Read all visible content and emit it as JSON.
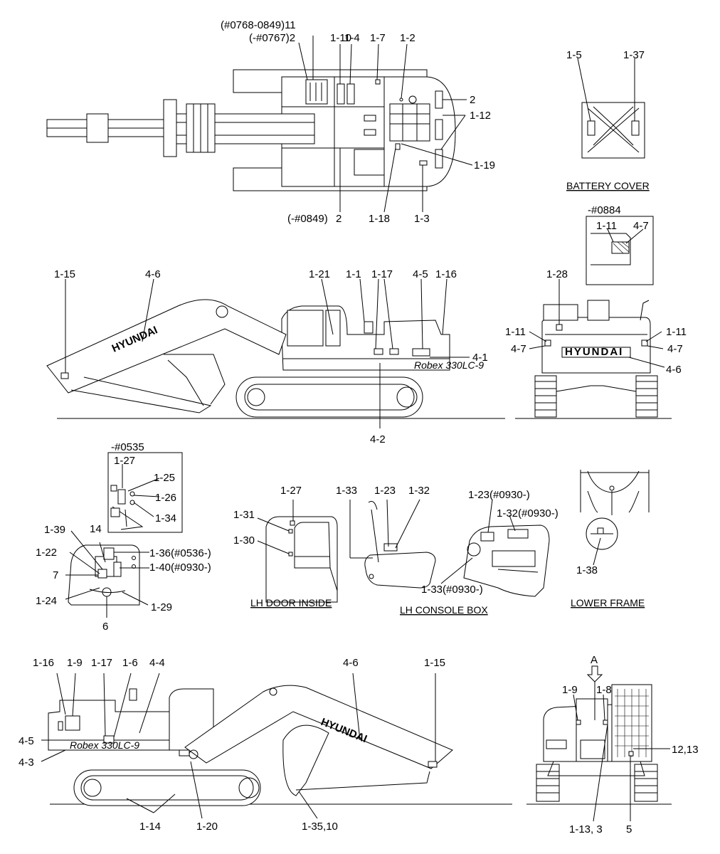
{
  "top_view": {
    "labels": [
      "(#0768-0849)11",
      "(-#0767)2",
      "1-10",
      "1-4",
      "1-7",
      "1-2",
      "2",
      "1-12",
      "1-19",
      "(-#0849)",
      "2",
      "1-18",
      "1-3"
    ]
  },
  "battery_cover": {
    "labels": [
      "1-5",
      "1-37"
    ],
    "caption": "BATTERY COVER"
  },
  "inset_0884": {
    "labels": [
      "-#0884",
      "1-11",
      "4-7"
    ]
  },
  "side_view_lh": {
    "labels": [
      "1-15",
      "4-6",
      "1-21",
      "1-1",
      "1-17",
      "4-5",
      "1-16",
      "4-1",
      "4-2"
    ],
    "brand": "HYUNDAI",
    "model_badge": "Robex 330LC-9"
  },
  "rear_view": {
    "labels": [
      "1-28",
      "1-11",
      "4-7",
      "1-11",
      "4-7",
      "4-6"
    ],
    "brand": "HYUNDAI"
  },
  "cab_interior": {
    "labels": [
      "-#0535",
      "1-27",
      "1-25",
      "1-26",
      "1-34",
      "1-39",
      "14",
      "1-36(#0536-)",
      "1-22",
      "1-40(#0930-)",
      "7",
      "1-24",
      "1-29",
      "6"
    ]
  },
  "lh_door": {
    "labels": [
      "1-27",
      "1-31",
      "1-30"
    ],
    "caption": "LH DOOR INSIDE"
  },
  "lh_console": {
    "labels": [
      "1-33",
      "1-23",
      "1-32",
      "1-23(#0930-)",
      "1-32(#0930-)",
      "1-33(#0930-)"
    ],
    "caption": "LH CONSOLE BOX"
  },
  "lower_frame": {
    "labels": [
      "1-38"
    ],
    "caption": "LOWER FRAME"
  },
  "side_view_rh": {
    "labels": [
      "1-16",
      "1-9",
      "1-17",
      "1-6",
      "4-4",
      "4-6",
      "1-15",
      "4-5",
      "4-3",
      "1-14",
      "1-20",
      "1-35,10"
    ],
    "brand": "HYUNDAI",
    "model_badge": "Robex 330LC-9"
  },
  "front_view": {
    "labels": [
      "A",
      "1-9",
      "1-8",
      "12,13",
      "1-13, 3",
      "5"
    ]
  }
}
